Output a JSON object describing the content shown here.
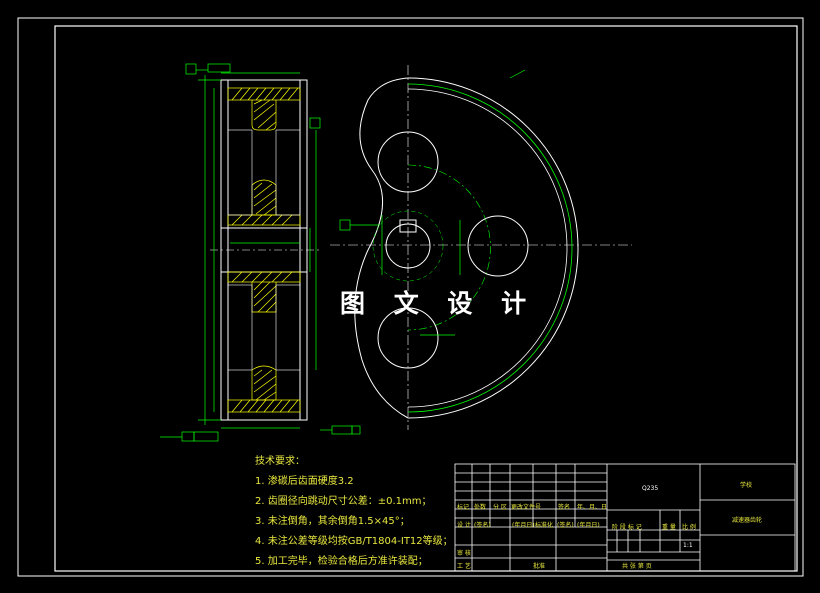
{
  "watermark": "图 文 设 计",
  "tech_notes": {
    "title": "技术要求：",
    "items": [
      "1. 渗碳后齿面硬度3.2",
      "2. 齿圈径向跳动尺寸公差：±0.1mm；",
      "3. 未注倒角，其余倒角1.5×45°；",
      "4. 未注公差等级均按GB/T1804-IT12等级；",
      "5. 加工完毕，检验合格后方准许装配；"
    ]
  },
  "title_block": {
    "material": "Q235",
    "school": "学校",
    "drawing_name": "减速器齿轮",
    "scale": "1:1",
    "rev_headers": [
      "标记",
      "处数",
      "分 区",
      "更改文件号",
      "签名",
      "年、月、日"
    ],
    "sign_row": [
      "设 计",
      "(签名)",
      "(年月日)",
      "标准化",
      "(签名)",
      "(年月日)"
    ],
    "stage_headers": [
      "阶 段 标 记",
      "重 量",
      "比 例"
    ],
    "review_label": "审 核",
    "process_label": "工 艺",
    "approve_label": "批准",
    "sheet_info": "共  张  第  页"
  },
  "colors": {
    "background": "#000000",
    "border": "#ffffff",
    "outline": "#ffffff",
    "dimension": "#00ff00",
    "hatch": "#ffff00",
    "notes": "#e8e840"
  }
}
